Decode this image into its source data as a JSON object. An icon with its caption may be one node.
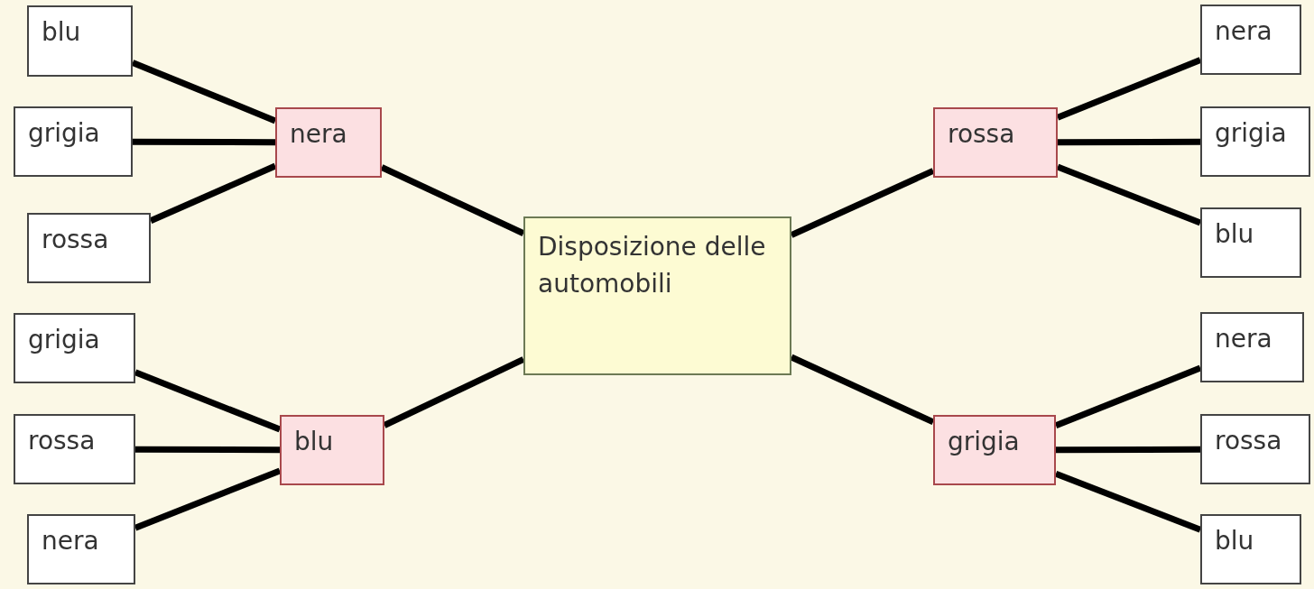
{
  "diagram": {
    "nodes": [
      {
        "text": [
          "Disposizione delle automobili"
        ]
      },
      {
        "text": [
          "nera"
        ]
      },
      {
        "text": [
          "rossa"
        ]
      },
      {
        "text": [
          "blu"
        ]
      },
      {
        "text": [
          "grigia"
        ]
      },
      {
        "text": [
          "blu"
        ]
      },
      {
        "text": [
          "grigia"
        ]
      },
      {
        "text": [
          "rossa"
        ]
      },
      {
        "text": [
          "nera"
        ]
      },
      {
        "text": [
          "grigia"
        ]
      },
      {
        "text": [
          "blu"
        ]
      },
      {
        "text": [
          "grigia"
        ]
      },
      {
        "text": [
          "rossa"
        ]
      },
      {
        "text": [
          "nera"
        ]
      },
      {
        "text": [
          "nera"
        ]
      },
      {
        "text": [
          "rossa"
        ]
      },
      {
        "text": [
          "blu"
        ]
      }
    ],
    "edges": [
      {
        "from": 0,
        "to": 1,
        "arrow": "none"
      },
      {
        "from": 0,
        "to": 2,
        "arrow": "none"
      },
      {
        "from": 0,
        "to": 3,
        "arrow": "none"
      },
      {
        "from": 0,
        "to": 4,
        "arrow": "none"
      },
      {
        "from": 1,
        "to": 5,
        "arrow": "none"
      },
      {
        "from": 1,
        "to": 6,
        "arrow": "none"
      },
      {
        "from": 1,
        "to": 7,
        "arrow": "none"
      },
      {
        "from": 2,
        "to": 8,
        "arrow": "none"
      },
      {
        "from": 2,
        "to": 9,
        "arrow": "none"
      },
      {
        "from": 2,
        "to": 10,
        "arrow": "none"
      },
      {
        "from": 3,
        "to": 11,
        "arrow": "none"
      },
      {
        "from": 3,
        "to": 12,
        "arrow": "none"
      },
      {
        "from": 3,
        "to": 13,
        "arrow": "none"
      },
      {
        "from": 4,
        "to": 14,
        "arrow": "none"
      },
      {
        "from": 4,
        "to": 15,
        "arrow": "none"
      },
      {
        "from": 4,
        "to": 16,
        "arrow": "none"
      }
    ]
  }
}
